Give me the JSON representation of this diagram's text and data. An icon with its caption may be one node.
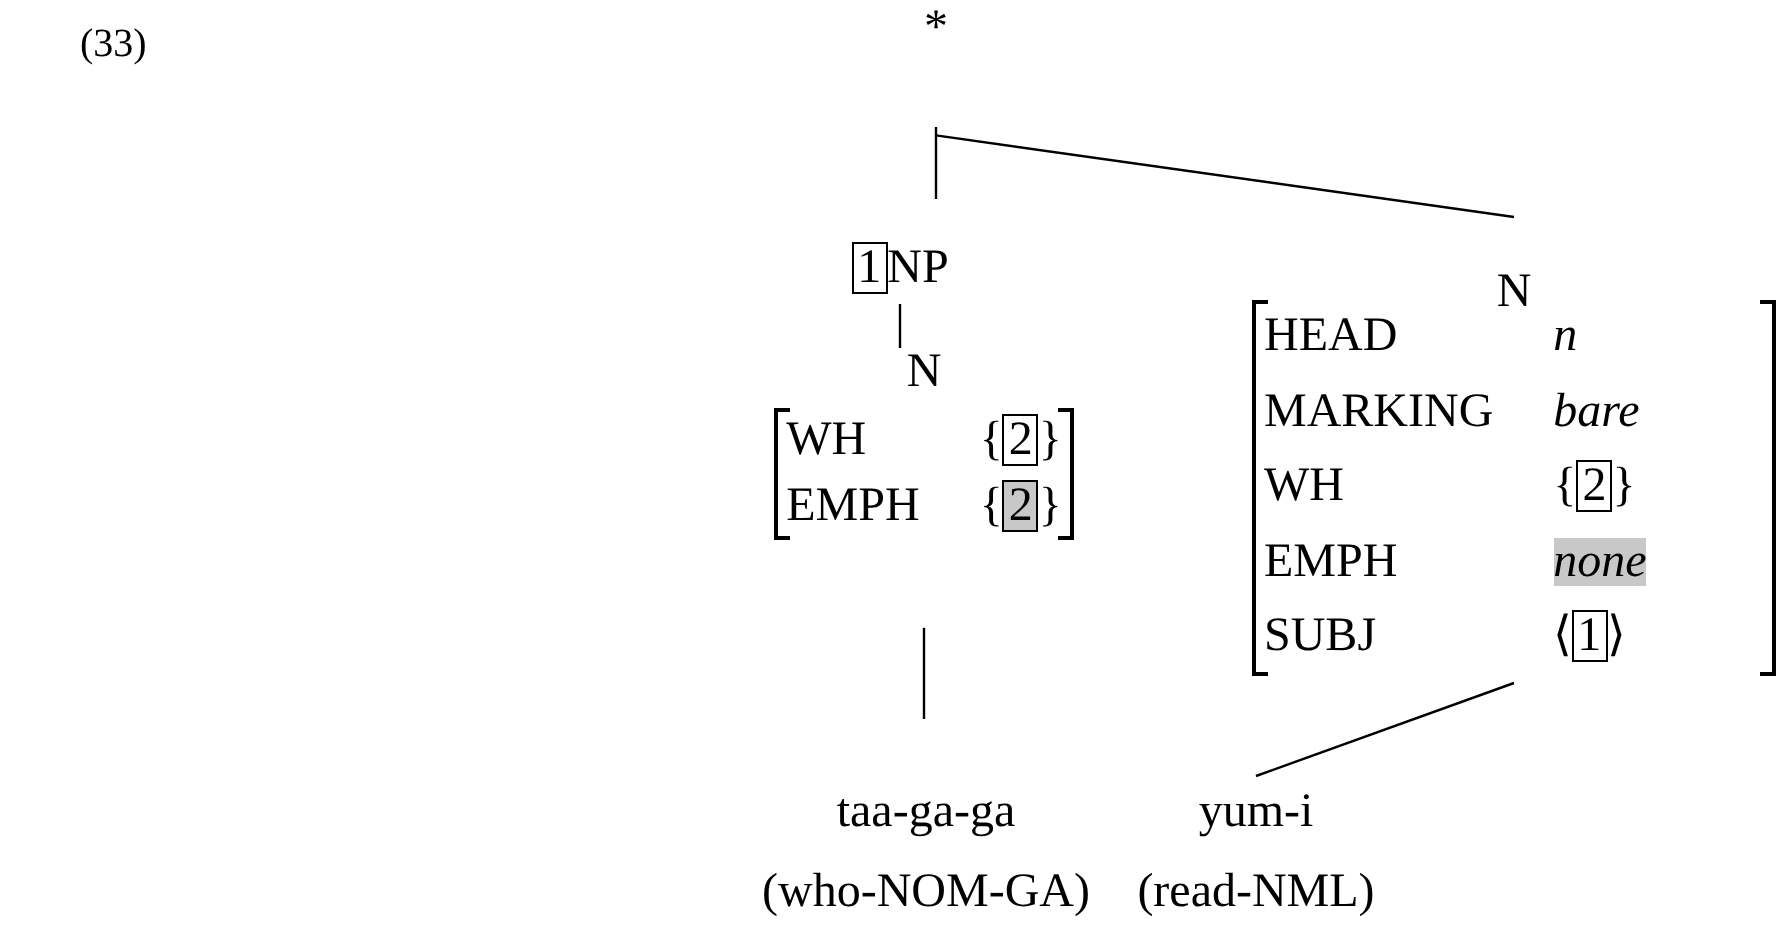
{
  "diagram": {
    "nodes": [
      {
        "text": [
          "*"
        ]
      },
      {
        "text": [
          "1",
          "NP"
        ]
      },
      {
        "text": [
          "N",
          "WH",
          "{2}",
          "EMPH",
          "{2}"
        ]
      },
      {
        "text": [
          "N",
          "HEAD",
          "n",
          "MARKING",
          "bare",
          "WH",
          "{2}",
          "EMPH",
          "none",
          "SUBJ",
          "⟨1⟩"
        ]
      },
      {
        "text": [
          "taa-ga-ga",
          "(who-NOM-GA)"
        ]
      },
      {
        "text": [
          "yum-i",
          "(read-NML)"
        ]
      }
    ],
    "edges": [
      {
        "from": 0,
        "to": 1,
        "arrow": "none"
      },
      {
        "from": 0,
        "to": 3,
        "arrow": "none"
      },
      {
        "from": 1,
        "to": 2,
        "arrow": "none"
      },
      {
        "from": 2,
        "to": 4,
        "arrow": "none"
      },
      {
        "from": 3,
        "to": 5,
        "arrow": "none"
      }
    ],
    "labels": [
      "(33)"
    ]
  }
}
